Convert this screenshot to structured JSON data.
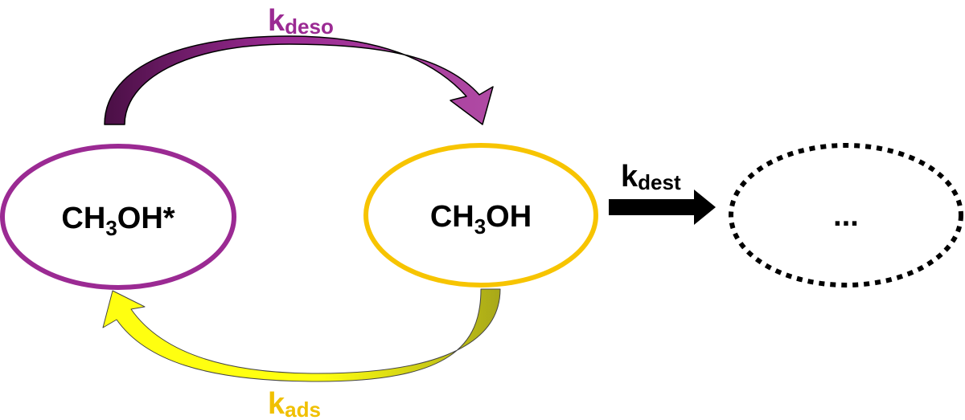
{
  "colors": {
    "adsorbed": "#9b2a93",
    "gas": "#f7c400",
    "desorption_arrow_light": "#b04aa4",
    "desorption_arrow_dark": "#4a0f45",
    "adsorption_arrow_light": "#ffff10",
    "adsorption_arrow_dark": "#a8a818",
    "rate_deso": "#9b2a93",
    "rate_ads": "#f0c000",
    "rate_dest": "#000000",
    "unknown_outline": "#000000"
  },
  "nodes": {
    "adsorbed": {
      "main": "CH",
      "sub": "3",
      "tail": "OH*"
    },
    "gas": {
      "main": "CH",
      "sub": "3",
      "tail": "OH"
    },
    "unknown": {
      "label": "..."
    }
  },
  "rates": {
    "deso": {
      "main": "k",
      "sub": "deso"
    },
    "ads": {
      "main": "k",
      "sub": "ads"
    },
    "dest": {
      "main": "k",
      "sub": "dest"
    }
  },
  "icons": {
    "desorption_arrow": "curved-arrow-right",
    "adsorption_arrow": "curved-arrow-left",
    "destruction_arrow": "straight-arrow-right"
  }
}
